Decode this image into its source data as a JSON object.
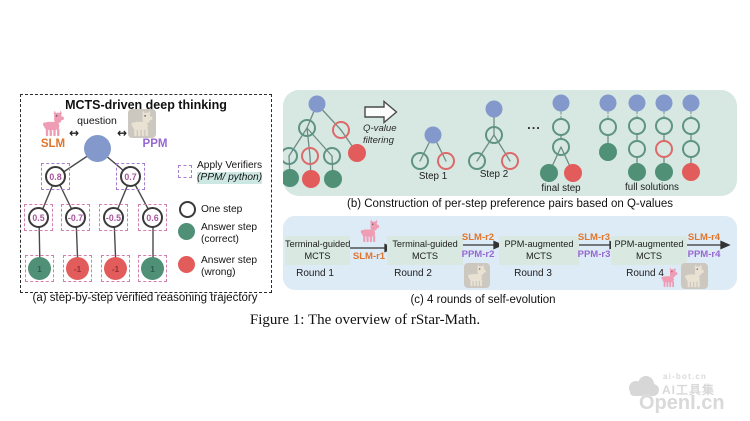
{
  "figure_caption": "Figure 1: The overview of rStar-Math.",
  "panel_a": {
    "title": "MCTS-driven deep thinking",
    "slm_label": "SLM",
    "ppm_label": "PPM",
    "question_label": "question",
    "arrow_glyph": "↔",
    "node_values": {
      "l1_0": "0.8",
      "l1_1": "0.7",
      "l2_0": "0.5",
      "l2_1": "-0.7",
      "l2_2": "-0.5",
      "l2_3": "0.6",
      "leaf_0": "1",
      "leaf_1": "-1",
      "leaf_2": "-1",
      "leaf_3": "1"
    },
    "legend": {
      "apply_verifiers_line1": "Apply Verifiers",
      "apply_verifiers_line2": "(PPM/ python)",
      "one_step": "One step",
      "answer_correct_line1": "Answer step",
      "answer_correct_line2": "(correct)",
      "answer_wrong_line1": "Answer step",
      "answer_wrong_line2": "(wrong)"
    },
    "caption": "(a) step-by-step verified reasoning trajectory"
  },
  "panel_b": {
    "filter_label_line1": "Q-value",
    "filter_label_line2": "filtering",
    "step1_label": "Step 1",
    "step2_label": "Step 2",
    "ellipsis": "...",
    "final_step_label": "final step",
    "full_solutions_label": "full solutions",
    "caption": "(b) Construction of per-step preference pairs based on Q-values"
  },
  "panel_c": {
    "rounds": [
      {
        "box_line1": "Terminal-guided",
        "box_line2": "MCTS",
        "round_label": "Round 1"
      },
      {
        "box_line1": "Terminal-guided",
        "box_line2": "MCTS",
        "round_label": "Round 2"
      },
      {
        "box_line1": "PPM-augmented",
        "box_line2": "MCTS",
        "round_label": "Round 3"
      },
      {
        "box_line1": "PPM-augmented",
        "box_line2": "MCTS",
        "round_label": "Round 4"
      }
    ],
    "transitions": [
      {
        "top": "",
        "bottom": "SLM-r1"
      },
      {
        "top": "SLM-r2",
        "bottom": "PPM-r2"
      },
      {
        "top": "SLM-r3",
        "bottom": "PPM-r3"
      },
      {
        "top": "SLM-r4",
        "bottom": "PPM-r4"
      }
    ],
    "caption": "(c) 4 rounds of self-evolution"
  },
  "watermark": {
    "site1": "ai-bot.cn",
    "site2": "AI工具集",
    "site3": "OpenI.cn"
  },
  "colors": {
    "blue_node": "#8399cb",
    "green_node": "#4f9077",
    "red_node": "#e25c5c",
    "green_outline": "#5f9383",
    "red_outline": "#dd6a6a",
    "slm_orange": "#e0752c",
    "ppm_purple": "#9668cf",
    "panel_b_bg": "#d7e8e2",
    "panel_c_bg": "#ddebf7",
    "round_box_bg": "#d9e9e1",
    "verifier_purple": "#a87fd0",
    "verifier_pink": "#d47fae"
  }
}
